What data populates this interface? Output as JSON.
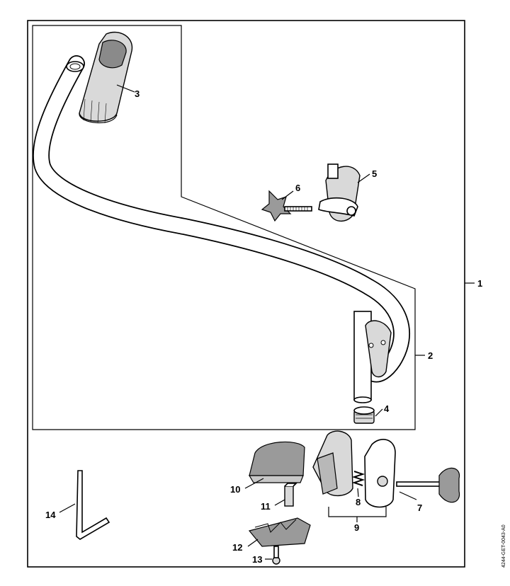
{
  "callouts": {
    "c1": "1",
    "c2": "2",
    "c3": "3",
    "c4": "4",
    "c5": "5",
    "c6": "6",
    "c7": "7",
    "c8": "8",
    "c9": "9",
    "c10": "10",
    "c11": "11",
    "c12": "12",
    "c13": "13",
    "c14": "14"
  },
  "drawing_code": "4244-GET-0043-A0"
}
